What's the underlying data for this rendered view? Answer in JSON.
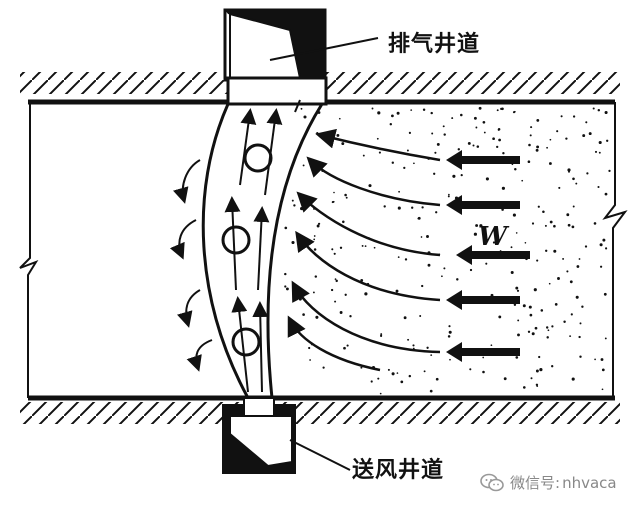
{
  "labels": {
    "exhaust_shaft": "排气井道",
    "supply_shaft": "送风井道",
    "wind": "W"
  },
  "watermark": {
    "prefix": "微信号: ",
    "account": "nhvaca",
    "icon": "wechat-icon"
  },
  "colors": {
    "ink": "#111111",
    "background": "#ffffff",
    "watermark": "#888888"
  }
}
